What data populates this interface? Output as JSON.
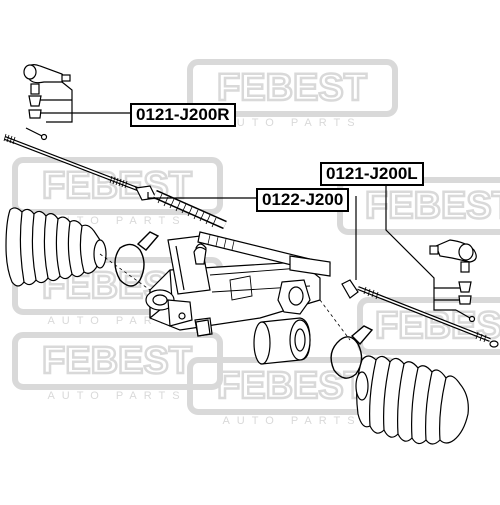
{
  "watermark": {
    "brand": "FEBEST",
    "tagline": "AUTO PARTS",
    "color": "#d9d9d9"
  },
  "callouts": {
    "tie_rod_end_right": "0121-J200R",
    "tie_rod_end_left": "0121-J200L",
    "tie_rod": "0122-J200"
  },
  "colors": {
    "line": "#000000",
    "background": "#ffffff",
    "watermark": "#d9d9d9"
  }
}
